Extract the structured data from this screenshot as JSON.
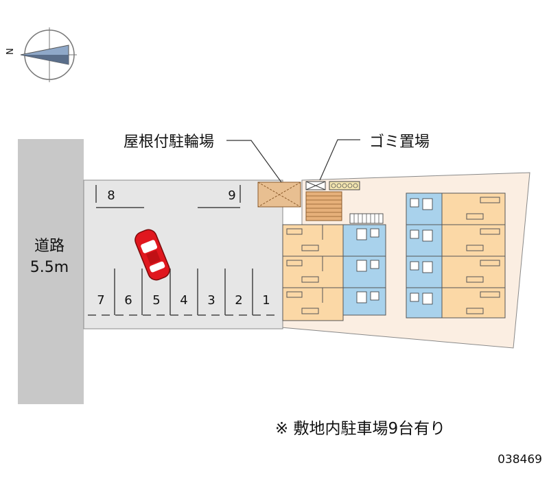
{
  "compass": {
    "north_letter": "N"
  },
  "road": {
    "name": "道路",
    "width": "5.5m"
  },
  "labels": {
    "bicycle_parking": "屋根付駐輪場",
    "garbage": "ゴミ置場",
    "note": "※ 敷地内駐車場9台有り",
    "property_code": "038469"
  },
  "parking_spaces": [
    "1",
    "2",
    "3",
    "4",
    "5",
    "6",
    "7",
    "8",
    "9"
  ],
  "colors": {
    "road": "#c8c8c8",
    "parking_lot": "#e6e6e6",
    "site": "#fbeee2",
    "room": "#fbd8a6",
    "wet_area": "#a9d2ec",
    "bike_shelter": "#e8bf91",
    "car": "#e0171e"
  }
}
